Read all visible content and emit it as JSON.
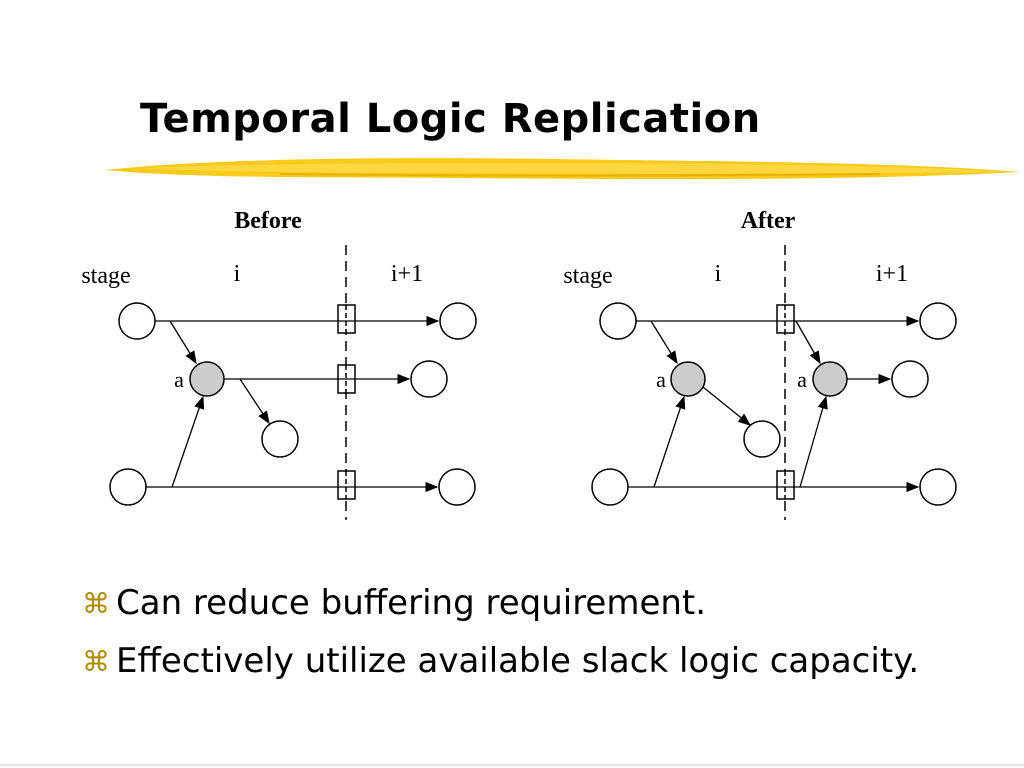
{
  "slide": {
    "title": "Temporal Logic Replication",
    "accent_color": "#f2c200"
  },
  "diagram": {
    "before": {
      "heading": "Before",
      "stage_label": "stage",
      "stage_i": "i",
      "stage_i1": "i+1",
      "node_label": "a"
    },
    "after": {
      "heading": "After",
      "stage_label": "stage",
      "stage_i": "i",
      "stage_i1": "i+1",
      "node_label_left": "a",
      "node_label_right": "a"
    },
    "node_fill": "#cccccc"
  },
  "bullets": {
    "icon": "command-key-icon",
    "items": [
      {
        "glyph": "⌘",
        "text": "Can reduce buffering requirement."
      },
      {
        "glyph": "⌘",
        "text": "Effectively utilize available slack logic capacity."
      }
    ]
  }
}
